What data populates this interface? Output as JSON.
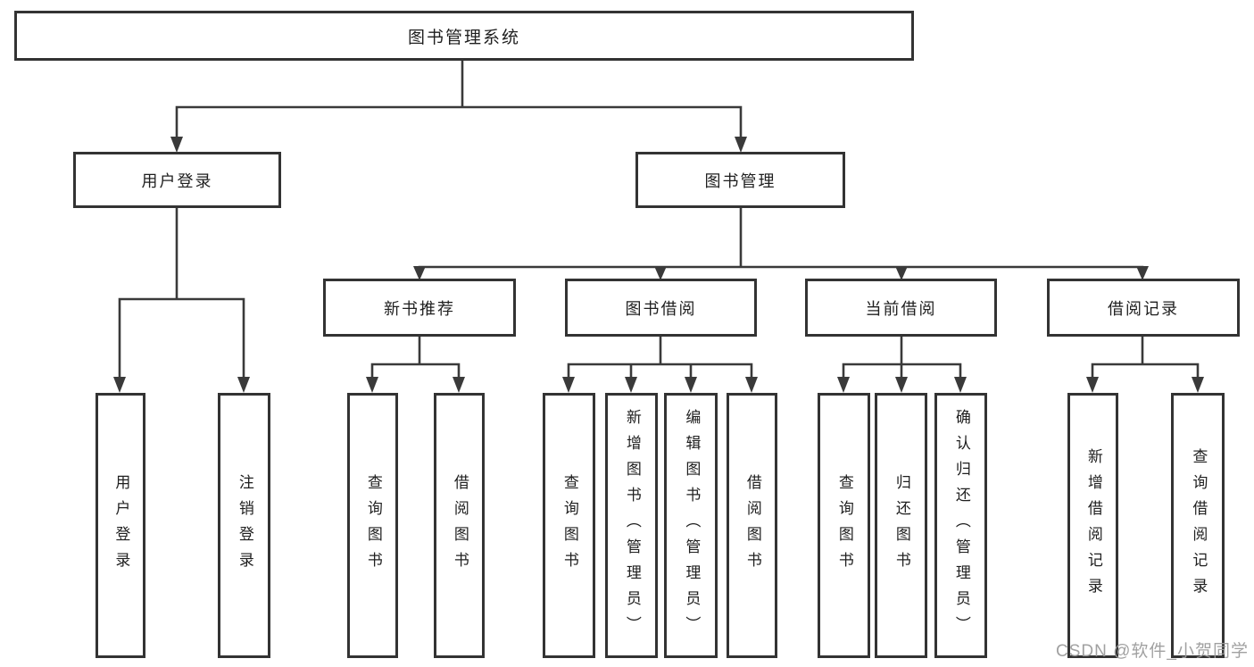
{
  "colors": {
    "line": "#3a3a3a",
    "box_border": "#333333",
    "text": "#1f1f1f",
    "watermark": "#9c9c9c",
    "background": "#ffffff"
  },
  "watermark": {
    "text": "CSDN @软件_小贺同学"
  },
  "tree": {
    "root": {
      "label": "图书管理系统",
      "children": [
        {
          "label": "用户登录",
          "children": [
            {
              "label": "用户登录"
            },
            {
              "label": "注销登录"
            }
          ]
        },
        {
          "label": "图书管理",
          "children": [
            {
              "label": "新书推荐",
              "children": [
                {
                  "label": "查询图书"
                },
                {
                  "label": "借阅图书"
                }
              ]
            },
            {
              "label": "图书借阅",
              "children": [
                {
                  "label": "查询图书"
                },
                {
                  "label": "新增图书（管理员）"
                },
                {
                  "label": "编辑图书（管理员）"
                },
                {
                  "label": "借阅图书"
                }
              ]
            },
            {
              "label": "当前借阅",
              "children": [
                {
                  "label": "查询图书"
                },
                {
                  "label": "归还图书"
                },
                {
                  "label": "确认归还（管理员）"
                }
              ]
            },
            {
              "label": "借阅记录",
              "children": [
                {
                  "label": "新增借阅记录"
                },
                {
                  "label": "查询借阅记录"
                }
              ]
            }
          ]
        }
      ]
    }
  }
}
